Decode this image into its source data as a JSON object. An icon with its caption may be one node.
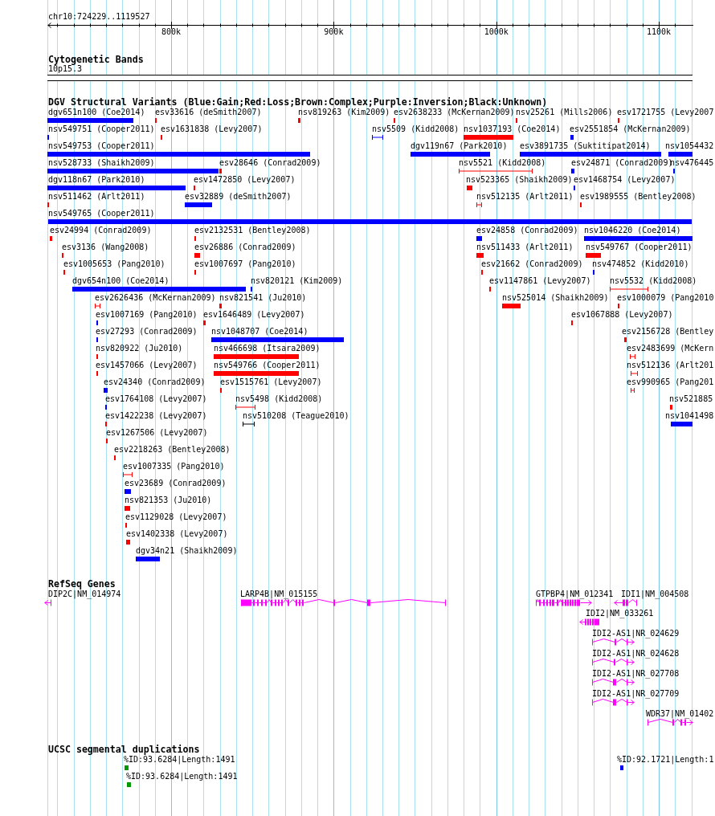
{
  "diagram": {
    "title": "chr10:724229..1119527",
    "nodes": [
      {
        "text": [
          "10p15.3"
        ]
      },
      {
        "text": [
          "dgv651n100 (Coe2014)"
        ]
      },
      {
        "text": [
          "esv33616 (deSmith2007)"
        ]
      },
      {
        "text": [
          "nsv819263 (Kim2009)"
        ]
      },
      {
        "text": [
          "esv2638233 (McKernan2009)"
        ]
      },
      {
        "text": [
          "nsv25261 (Mills2006)"
        ]
      },
      {
        "text": [
          "esv1721755 (Levy2007"
        ]
      },
      {
        "text": [
          "nsv549751 (Cooper2011)"
        ]
      },
      {
        "text": [
          "esv1631838 (Levy2007)"
        ]
      },
      {
        "text": [
          "nsv5509 (Kidd2008)"
        ]
      },
      {
        "text": [
          "nsv1037193 (Coe2014)"
        ]
      },
      {
        "text": [
          "esv2551854 (McKernan2009)"
        ]
      },
      {
        "text": [
          "nsv549753 (Cooper2011)"
        ]
      },
      {
        "text": [
          "dgv119n67 (Park2010)"
        ]
      },
      {
        "text": [
          "esv3891735 (Suktitipat2014)"
        ]
      },
      {
        "text": [
          "nsv1054432"
        ]
      },
      {
        "text": [
          "nsv528733 (Shaikh2009)"
        ]
      },
      {
        "text": [
          "esv28646 (Conrad2009)"
        ]
      },
      {
        "text": [
          "nsv5521 (Kidd2008)"
        ]
      },
      {
        "text": [
          "esv24871 (Conrad2009)"
        ]
      },
      {
        "text": [
          "nsv476445"
        ]
      },
      {
        "text": [
          "dgv118n67 (Park2010)"
        ]
      },
      {
        "text": [
          "esv1472850 (Levy2007)"
        ]
      },
      {
        "text": [
          "nsv523365 (Shaikh2009)"
        ]
      },
      {
        "text": [
          "esv1468754 (Levy2007)"
        ]
      },
      {
        "text": [
          "nsv511462 (Arlt2011)"
        ]
      },
      {
        "text": [
          "esv32889 (deSmith2007)"
        ]
      },
      {
        "text": [
          "nsv512135 (Arlt2011)"
        ]
      },
      {
        "text": [
          "esv1989555 (Bentley2008)"
        ]
      },
      {
        "text": [
          "nsv549765 (Cooper2011)"
        ]
      },
      {
        "text": [
          "esv24994 (Conrad2009)"
        ]
      },
      {
        "text": [
          "esv2132531 (Bentley2008)"
        ]
      },
      {
        "text": [
          "esv24858 (Conrad2009)"
        ]
      },
      {
        "text": [
          "nsv1046220 (Coe2014)"
        ]
      },
      {
        "text": [
          "esv3136 (Wang2008)"
        ]
      },
      {
        "text": [
          "esv26886 (Conrad2009)"
        ]
      },
      {
        "text": [
          "nsv511433 (Arlt2011)"
        ]
      },
      {
        "text": [
          "nsv549767 (Cooper2011)"
        ]
      },
      {
        "text": [
          "esv1005653 (Pang2010)"
        ]
      },
      {
        "text": [
          "esv1007697 (Pang2010)"
        ]
      },
      {
        "text": [
          "esv21662 (Conrad2009)"
        ]
      },
      {
        "text": [
          "nsv474852 (Kidd2010)"
        ]
      },
      {
        "text": [
          "dgv654n100 (Coe2014)"
        ]
      },
      {
        "text": [
          "nsv820121 (Kim2009)"
        ]
      },
      {
        "text": [
          "esv1147861 (Levy2007)"
        ]
      },
      {
        "text": [
          "nsv5532 (Kidd2008)"
        ]
      },
      {
        "text": [
          "esv2626436 (McKernan2009)"
        ]
      },
      {
        "text": [
          "nsv821541 (Ju2010)"
        ]
      },
      {
        "text": [
          "nsv525014 (Shaikh2009)"
        ]
      },
      {
        "text": [
          "esv1000079 (Pang2010"
        ]
      },
      {
        "text": [
          "esv1007169 (Pang2010)"
        ]
      },
      {
        "text": [
          "esv1646489 (Levy2007)"
        ]
      },
      {
        "text": [
          "esv1067888 (Levy2007)"
        ]
      },
      {
        "text": [
          "esv27293 (Conrad2009)"
        ]
      },
      {
        "text": [
          "nsv1048707 (Coe2014)"
        ]
      },
      {
        "text": [
          "esv2156728 (Bentley"
        ]
      },
      {
        "text": [
          "nsv820922 (Ju2010)"
        ]
      },
      {
        "text": [
          "nsv466698 (Itsara2009)"
        ]
      },
      {
        "text": [
          "esv2483699 (McKern"
        ]
      },
      {
        "text": [
          "esv1457066 (Levy2007)"
        ]
      },
      {
        "text": [
          "nsv549766 (Cooper2011)"
        ]
      },
      {
        "text": [
          "nsv512136 (Arlt201"
        ]
      },
      {
        "text": [
          "esv24340 (Conrad2009)"
        ]
      },
      {
        "text": [
          "esv1515761 (Levy2007)"
        ]
      },
      {
        "text": [
          "esv990965 (Pang201"
        ]
      },
      {
        "text": [
          "esv1764108 (Levy2007)"
        ]
      },
      {
        "text": [
          "nsv5498 (Kidd2008)"
        ]
      },
      {
        "text": [
          "nsv521885"
        ]
      },
      {
        "text": [
          "esv1422238 (Levy2007)"
        ]
      },
      {
        "text": [
          "nsv510208 (Teague2010)"
        ]
      },
      {
        "text": [
          "nsv1041498"
        ]
      },
      {
        "text": [
          "esv1267506 (Levy2007)"
        ]
      },
      {
        "text": [
          "esv2218263 (Bentley2008)"
        ]
      },
      {
        "text": [
          "esv1007335 (Pang2010)"
        ]
      },
      {
        "text": [
          "esv23689 (Conrad2009)"
        ]
      },
      {
        "text": [
          "nsv821353 (Ju2010)"
        ]
      },
      {
        "text": [
          "esv1129028 (Levy2007)"
        ]
      },
      {
        "text": [
          "esv1402338 (Levy2007)"
        ]
      },
      {
        "text": [
          "dgv34n21 (Shaikh2009)"
        ]
      },
      {
        "text": [
          "DIP2C|NM_014974"
        ]
      },
      {
        "text": [
          "LARP4B|NM_015155"
        ]
      },
      {
        "text": [
          "GTPBP4|NM_012341"
        ]
      },
      {
        "text": [
          "IDI1|NM_004508"
        ]
      },
      {
        "text": [
          "IDI2|NM_033261"
        ]
      },
      {
        "text": [
          "IDI2-AS1|NR_024629"
        ]
      },
      {
        "text": [
          "IDI2-AS1|NR_024628"
        ]
      },
      {
        "text": [
          "IDI2-AS1|NR_027708"
        ]
      },
      {
        "text": [
          "IDI2-AS1|NR_027709"
        ]
      },
      {
        "text": [
          "WDR37|NM_01402"
        ]
      },
      {
        "text": [
          "%ID:93.6284|Length:1491"
        ]
      },
      {
        "text": [
          "%ID:92.1721|Length:1"
        ]
      },
      {
        "text": [
          "%ID:93.6284|Length:1491"
        ]
      }
    ],
    "labels": [
      "800k",
      "900k",
      "1000k",
      "1100k",
      "Cytogenetic Bands",
      "DGV Structural Variants (Blue:Gain;Red:Loss;Brown:Complex;Purple:Inversion;Black:Unknown)",
      "RefSeq Genes",
      "UCSC segmental duplications"
    ]
  }
}
